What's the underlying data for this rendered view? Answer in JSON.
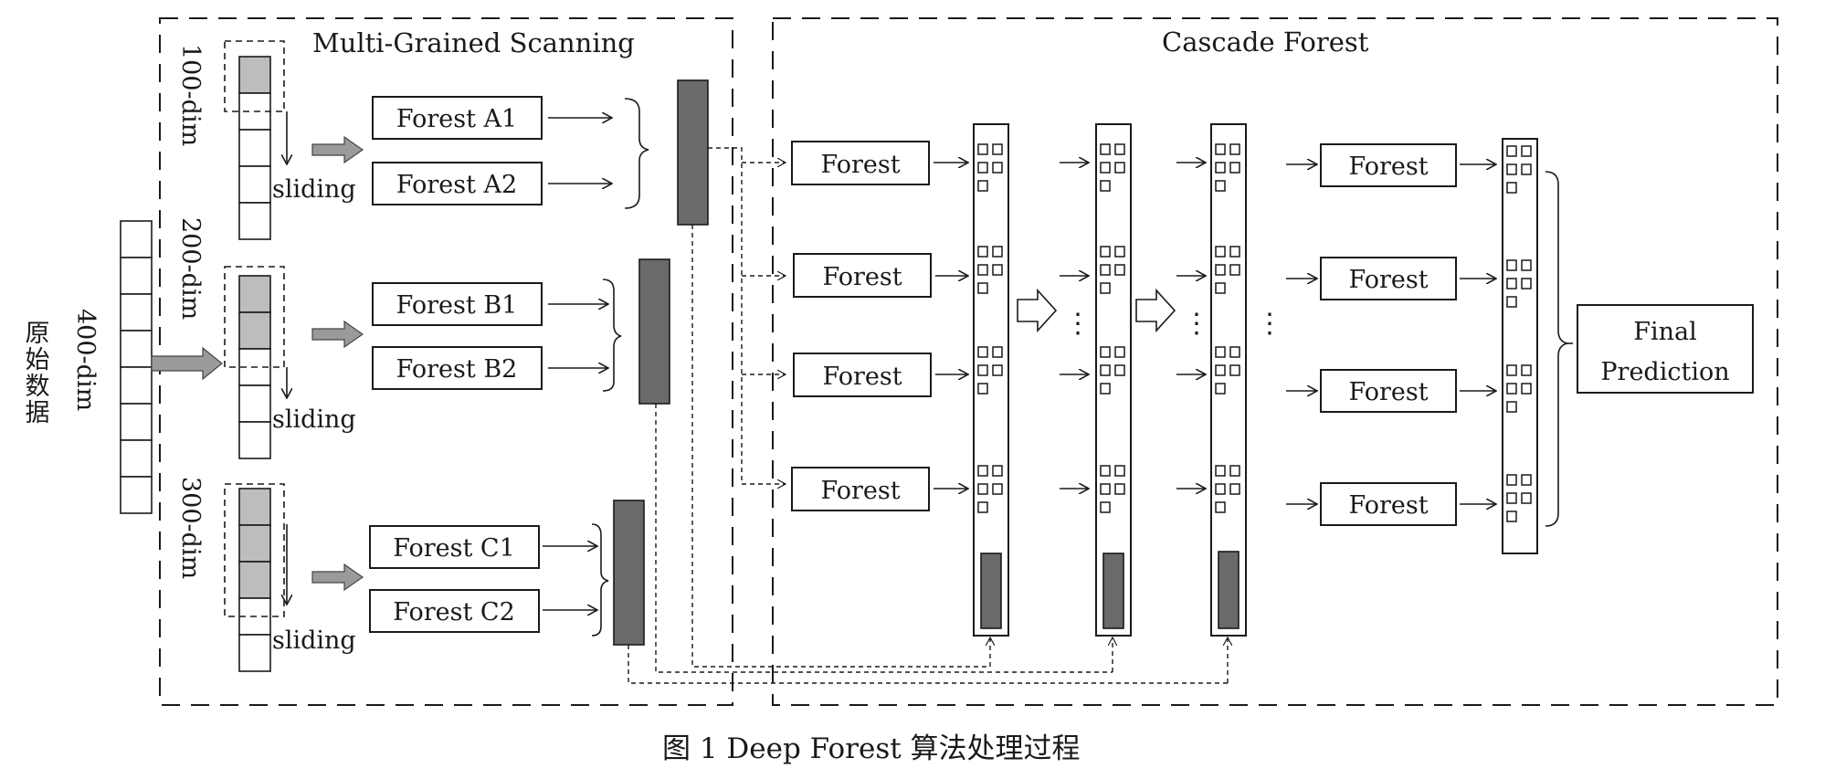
{
  "sections": {
    "multi_grained": "Multi-Grained Scanning",
    "cascade": "Cascade Forest"
  },
  "input": {
    "dim_label": "400-dim",
    "cn_label": "原始数据"
  },
  "windows": [
    {
      "dim": "100-dim",
      "sliding": "sliding",
      "forests": [
        "Forest A1",
        "Forest A2"
      ]
    },
    {
      "dim": "200-dim",
      "sliding": "sliding",
      "forests": [
        "Forest B1",
        "Forest B2"
      ]
    },
    {
      "dim": "300-dim",
      "sliding": "sliding",
      "forests": [
        "Forest C1",
        "Forest C2"
      ]
    }
  ],
  "cascade_forests_level1": [
    "Forest",
    "Forest",
    "Forest",
    "Forest"
  ],
  "cascade_forests_last": [
    "Forest",
    "Forest",
    "Forest",
    "Forest"
  ],
  "ellipsis": "⋮",
  "final": {
    "line1": "Final",
    "line2": "Prediction"
  },
  "caption": "图 1   Deep Forest 算法处理过程"
}
